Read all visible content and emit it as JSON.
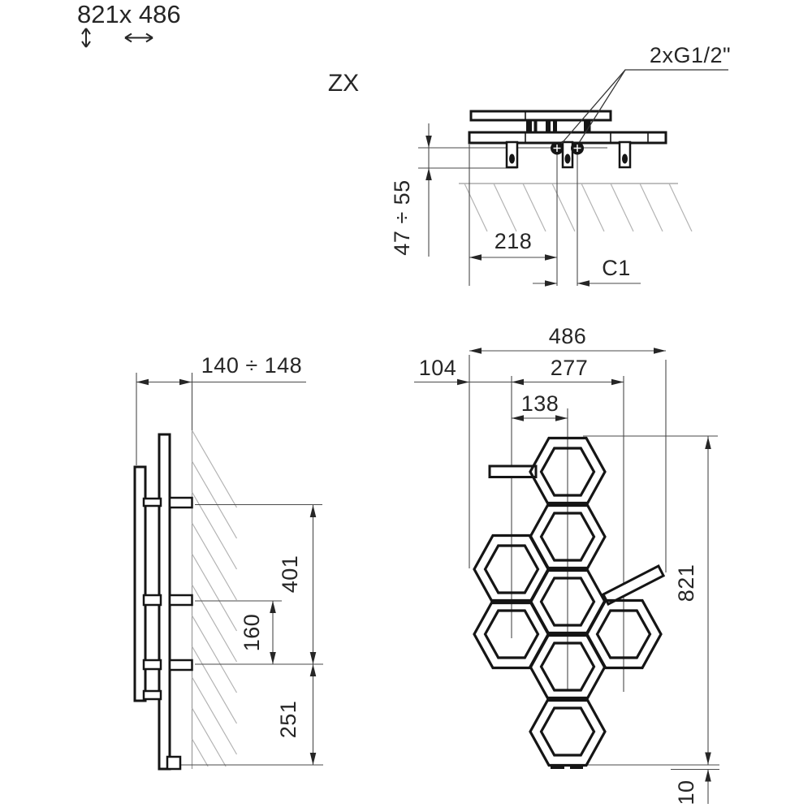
{
  "drawing": {
    "product_size": {
      "label": "821x 486",
      "height": "821",
      "width": "486"
    },
    "section_view": {
      "label": "ZX",
      "connections_label": "2xG1/2\"",
      "dims": {
        "wall_to_pipe_axis": "47 ÷ 55",
        "edge_to_pipe": "218",
        "pipe_spacing": "C1"
      }
    },
    "side_view": {
      "dims": {
        "depth_from_wall": "140 ÷ 148",
        "upper_bracket_span": "401",
        "bracket_spacing": "160",
        "bottom_bracket_to_floor": "251"
      }
    },
    "front_view": {
      "dims": {
        "width": "486",
        "edge_to_pipe_axis": "104",
        "pipe_axis_to_right_column": "277",
        "pipe_axis_to_center": "138",
        "height": "821",
        "feet_height": "10"
      }
    }
  }
}
